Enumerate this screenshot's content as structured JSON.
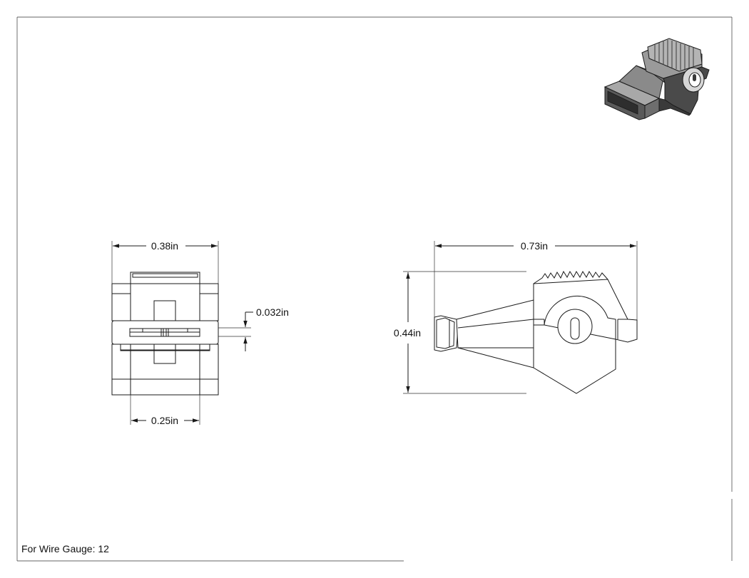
{
  "dimensions": {
    "front_width": "0.38in",
    "slot_height": "0.032in",
    "inner_width": "0.25in",
    "side_length": "0.73in",
    "side_height": "0.44in"
  },
  "footer": {
    "wire_gauge": "For Wire Gauge: 12"
  },
  "colors": {
    "line": "#1a1a1a",
    "iso_dark": "#3a3a3a",
    "iso_mid": "#6e6e6e",
    "iso_light": "#a8a8a8"
  }
}
